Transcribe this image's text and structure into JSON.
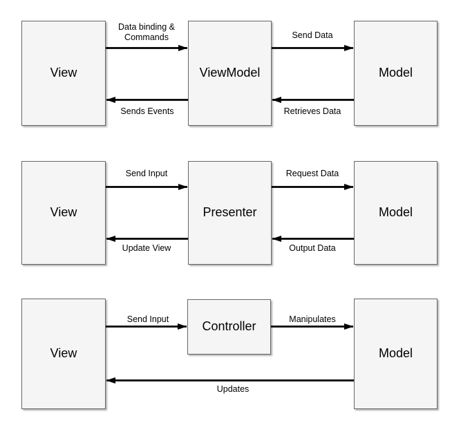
{
  "rows": [
    {
      "boxes": [
        {
          "label": "View"
        },
        {
          "label": "ViewModel"
        },
        {
          "label": "Model"
        }
      ],
      "arrows": [
        {
          "label": "Data binding &\nCommands",
          "from": "View",
          "to": "ViewModel"
        },
        {
          "label": "Send Data",
          "from": "ViewModel",
          "to": "Model"
        },
        {
          "label": "Retrieves Data",
          "from": "Model",
          "to": "ViewModel"
        },
        {
          "label": "Sends Events",
          "from": "ViewModel",
          "to": "View"
        }
      ]
    },
    {
      "boxes": [
        {
          "label": "View"
        },
        {
          "label": "Presenter"
        },
        {
          "label": "Model"
        }
      ],
      "arrows": [
        {
          "label": "Send Input",
          "from": "View",
          "to": "Presenter"
        },
        {
          "label": "Request Data",
          "from": "Presenter",
          "to": "Model"
        },
        {
          "label": "Output Data",
          "from": "Model",
          "to": "Presenter"
        },
        {
          "label": "Update View",
          "from": "Presenter",
          "to": "View"
        }
      ]
    },
    {
      "boxes": [
        {
          "label": "View"
        },
        {
          "label": "Controller"
        },
        {
          "label": "Model"
        }
      ],
      "arrows": [
        {
          "label": "Send Input",
          "from": "View",
          "to": "Controller"
        },
        {
          "label": "Manipulates",
          "from": "Controller",
          "to": "Model"
        },
        {
          "label": "Updates",
          "from": "Model",
          "to": "View"
        }
      ]
    }
  ],
  "colors": {
    "background": "#ffffff",
    "box_fill": "#f5f5f5",
    "box_border": "#666666",
    "arrow": "#000000"
  }
}
